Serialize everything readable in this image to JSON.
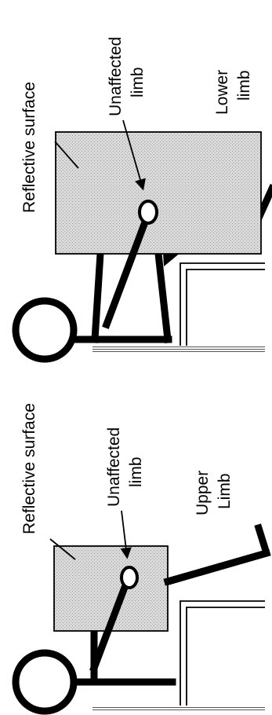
{
  "panels": {
    "lower": {
      "reflective_label": "Reflective surface",
      "unaffected_label_1": "Unaffected",
      "unaffected_label_2": "limb",
      "limb_label_1": "Lower",
      "limb_label_2": "limb"
    },
    "upper": {
      "reflective_label": "Reflective surface",
      "unaffected_label_1": "Unaffected",
      "unaffected_label_2": "limb",
      "limb_label_1": "Upper",
      "limb_label_2": "Limb"
    }
  }
}
